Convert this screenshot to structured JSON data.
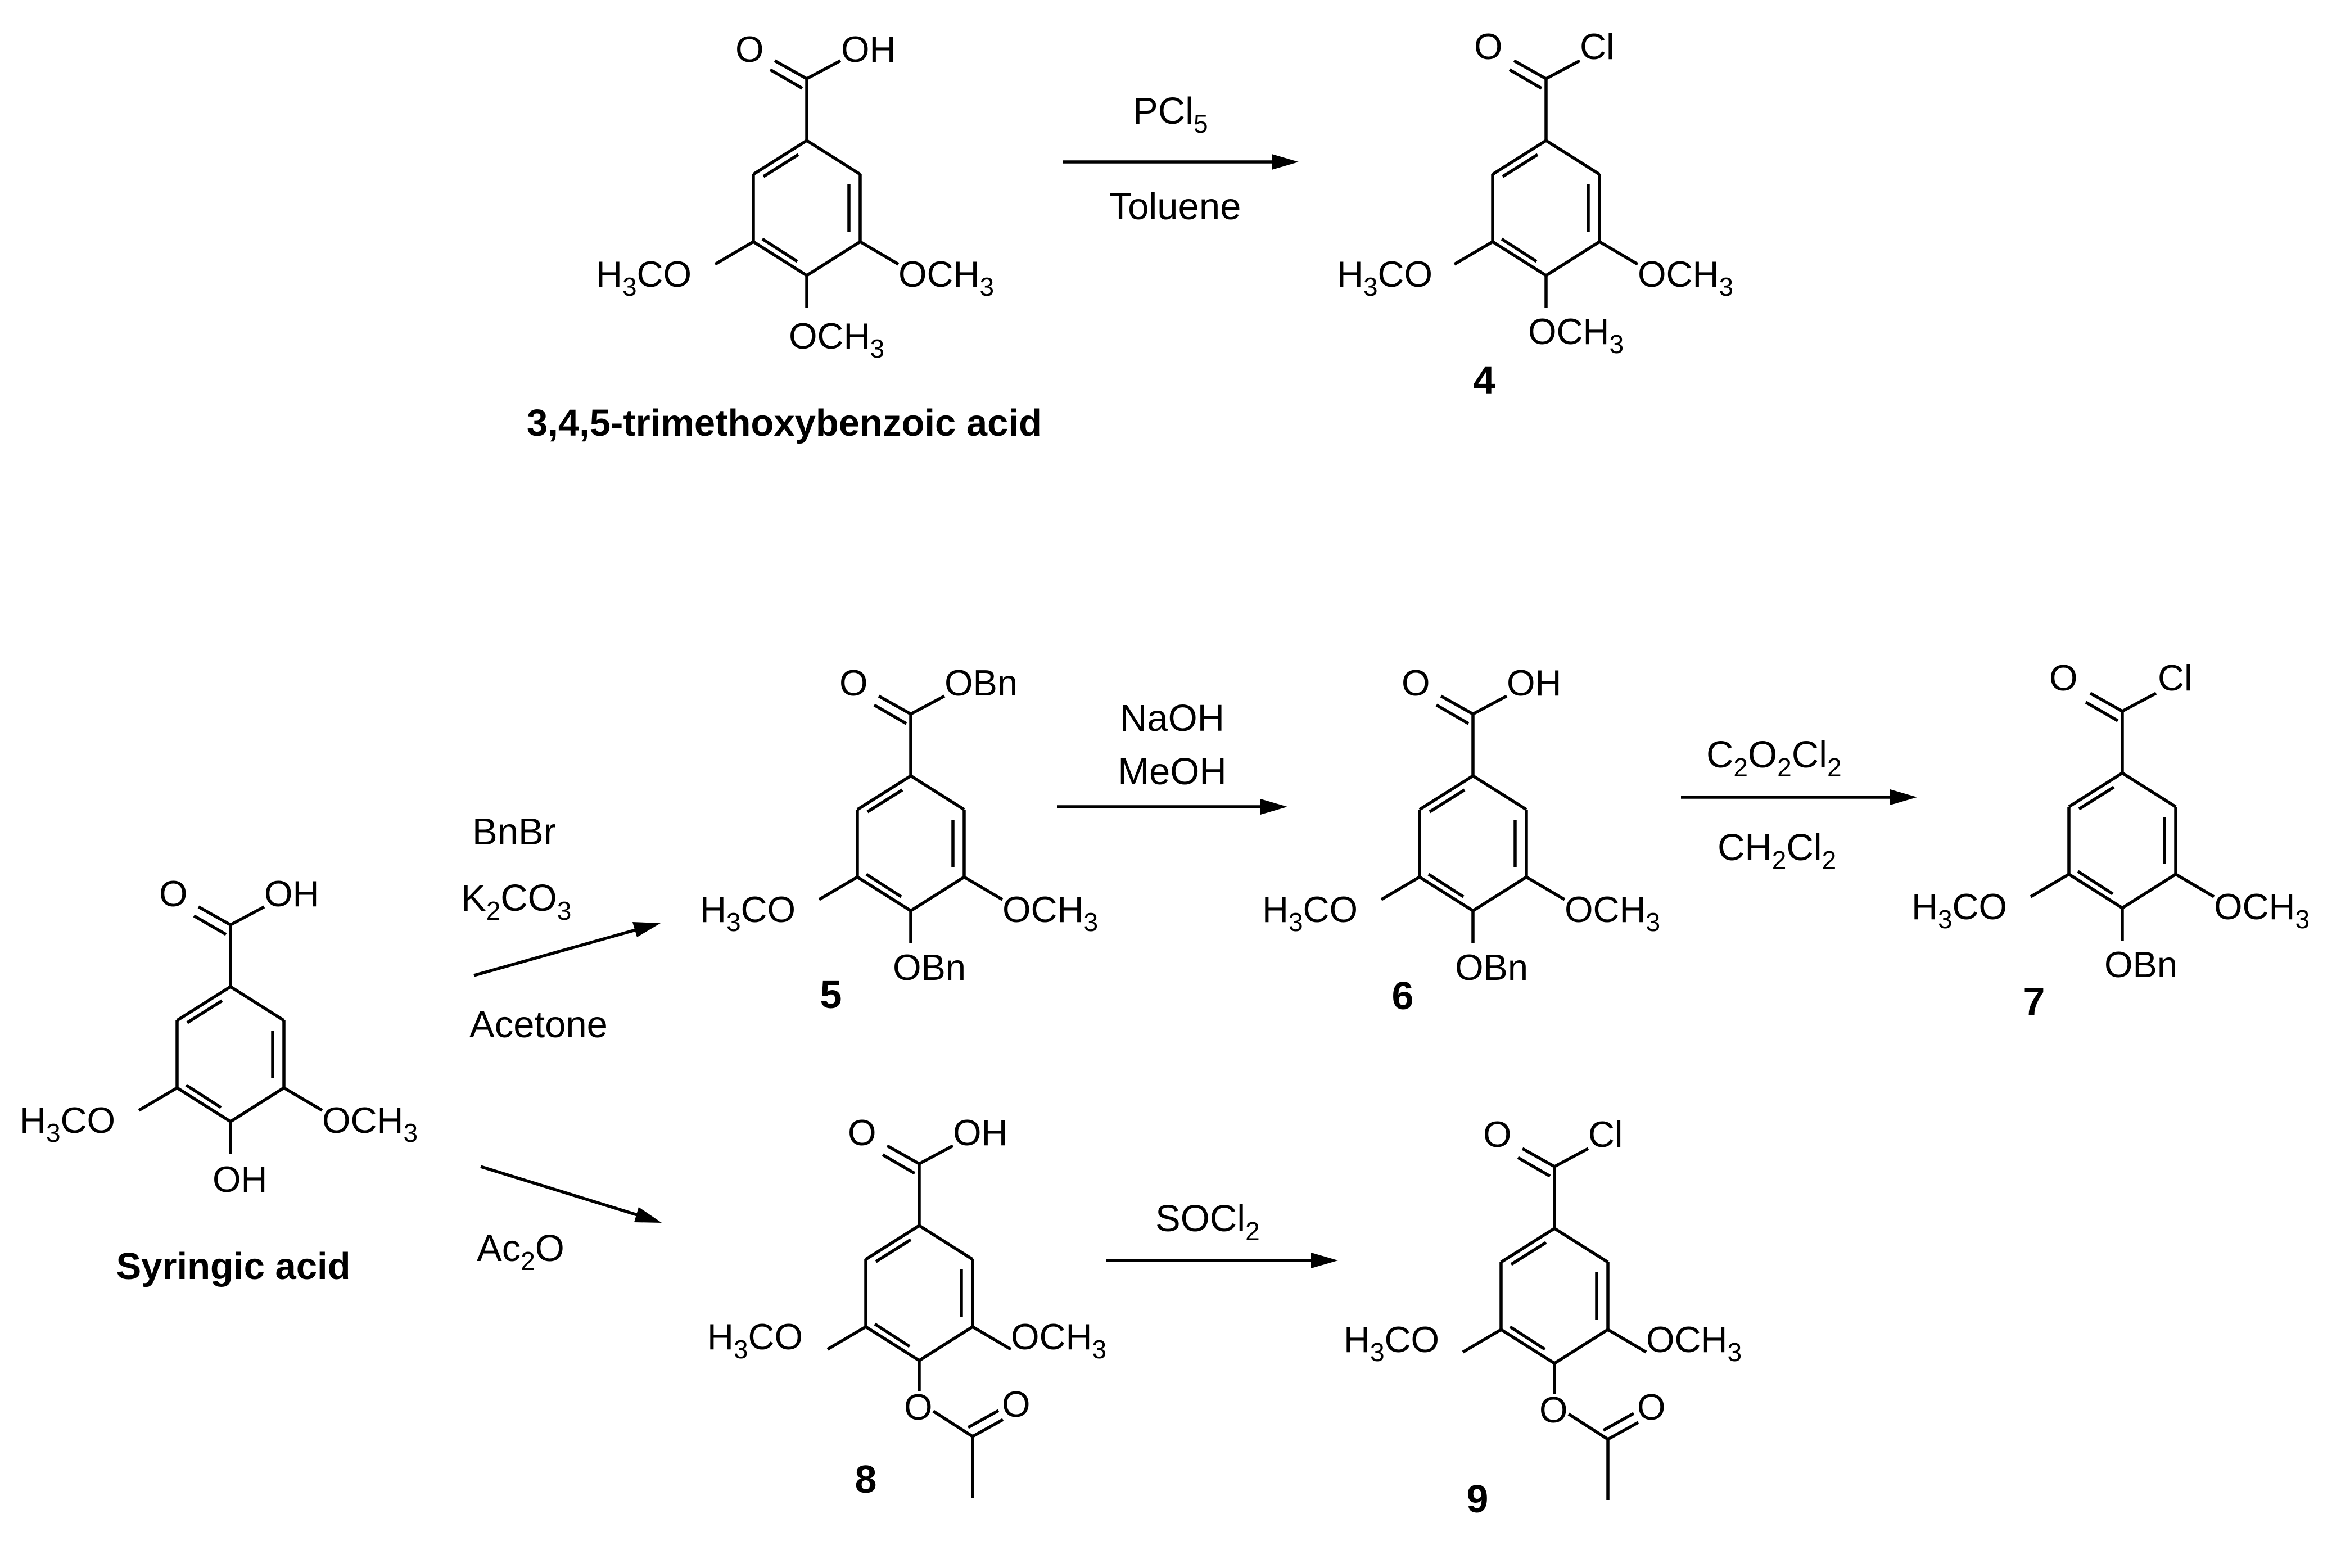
{
  "scheme": {
    "top": {
      "start_name": "3,4,5-trimethoxybenzoic acid",
      "reagent_above": "PCl",
      "reagent_above_sub": "5",
      "reagent_below": "Toluene",
      "product_number": "4"
    },
    "syringic": {
      "name": "Syringic acid",
      "to_5_reagent_1": "BnBr",
      "to_5_reagent_2_a": "K",
      "to_5_reagent_2_sub1": "2",
      "to_5_reagent_2_b": "CO",
      "to_5_reagent_2_sub2": "3",
      "to_5_solvent": "Acetone",
      "to_8_reagent_a": "Ac",
      "to_8_reagent_sub": "2",
      "to_8_reagent_b": "O"
    },
    "step_5_to_6": {
      "reagent_1": "NaOH",
      "reagent_2": "MeOH"
    },
    "step_6_to_7": {
      "reagent_above_a": "C",
      "reagent_above_sub1": "2",
      "reagent_above_b": "O",
      "reagent_above_sub2": "2",
      "reagent_above_c": "Cl",
      "reagent_above_sub3": "2",
      "reagent_below_a": "CH",
      "reagent_below_sub1": "2",
      "reagent_below_b": "Cl",
      "reagent_below_sub2": "2"
    },
    "step_8_to_9": {
      "reagent_a": "SOCl",
      "reagent_sub": "2"
    },
    "compound_numbers": {
      "c5": "5",
      "c6": "6",
      "c7": "7",
      "c8": "8",
      "c9": "9"
    },
    "atoms": {
      "O": "O",
      "OH": "OH",
      "Cl": "Cl",
      "OBn": "OBn",
      "H": "H",
      "CO": "CO",
      "OCH": "OCH",
      "three": "3"
    }
  }
}
